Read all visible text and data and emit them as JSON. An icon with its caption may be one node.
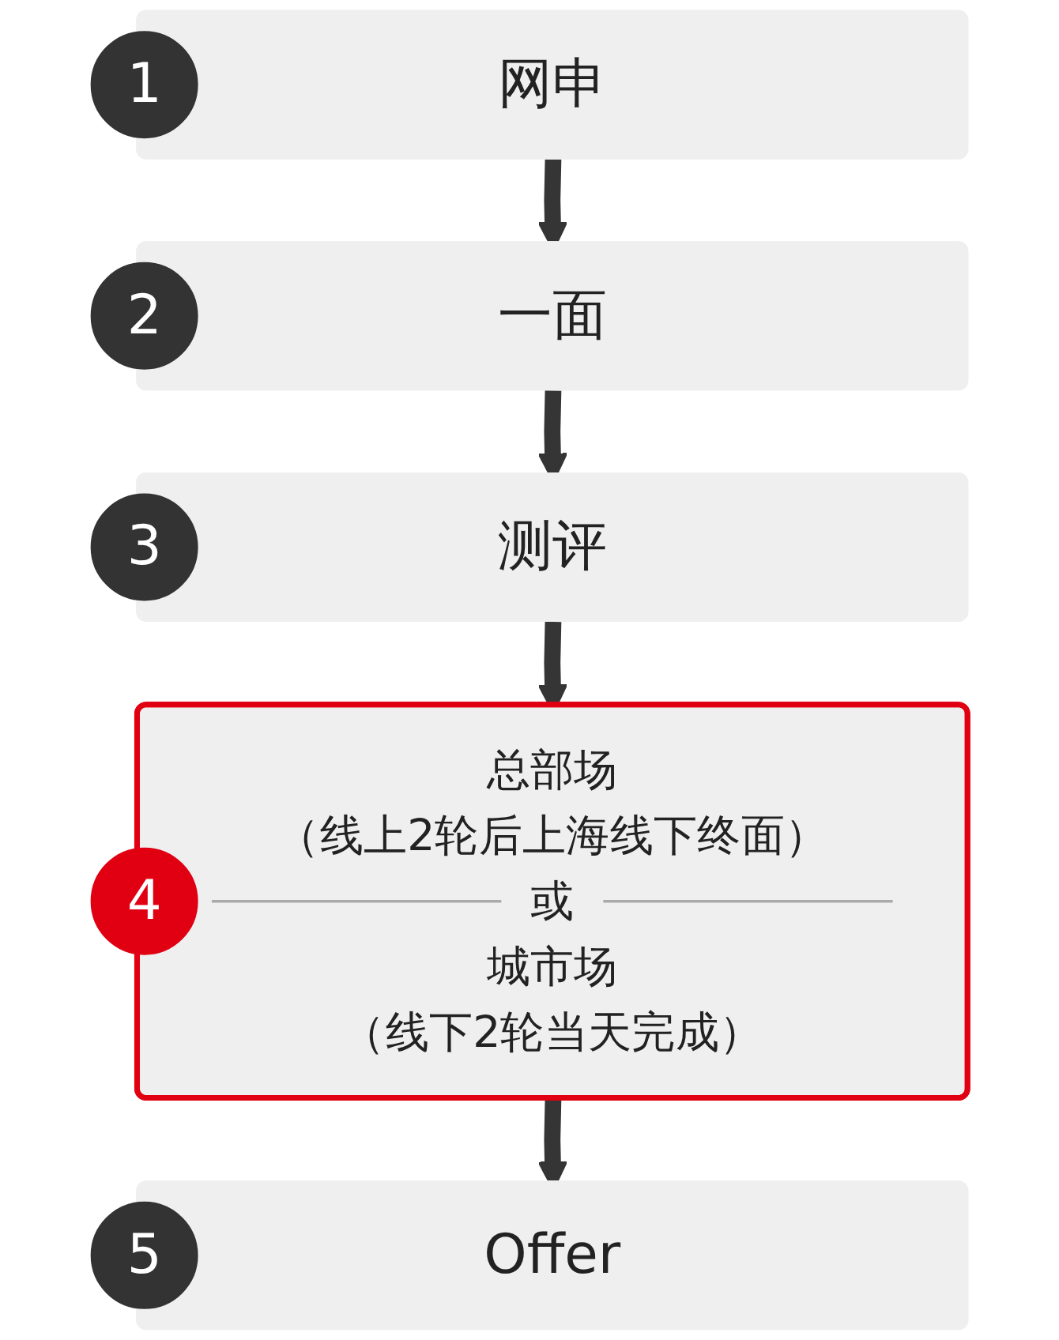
{
  "diagram": {
    "nodes": [
      {
        "text": [
          "1"
        ]
      },
      {
        "text": [
          "网申"
        ]
      },
      {
        "text": [
          "2"
        ]
      },
      {
        "text": [
          "一面"
        ]
      },
      {
        "text": [
          "3"
        ]
      },
      {
        "text": [
          "测评"
        ]
      },
      {
        "text": [
          "4"
        ]
      },
      {
        "text": [
          "总部场",
          "（线上2轮后上海线下终面）",
          "或",
          "城市场",
          "（线下2轮当天完成）"
        ]
      },
      {
        "text": [
          "5"
        ]
      },
      {
        "text": [
          "Offer"
        ]
      }
    ],
    "edges": [
      {
        "from": 1,
        "to": 3,
        "arrow": "to"
      },
      {
        "from": 3,
        "to": 5,
        "arrow": "to"
      },
      {
        "from": 5,
        "to": 7,
        "arrow": "to"
      },
      {
        "from": 7,
        "to": 9,
        "arrow": "to"
      }
    ]
  }
}
